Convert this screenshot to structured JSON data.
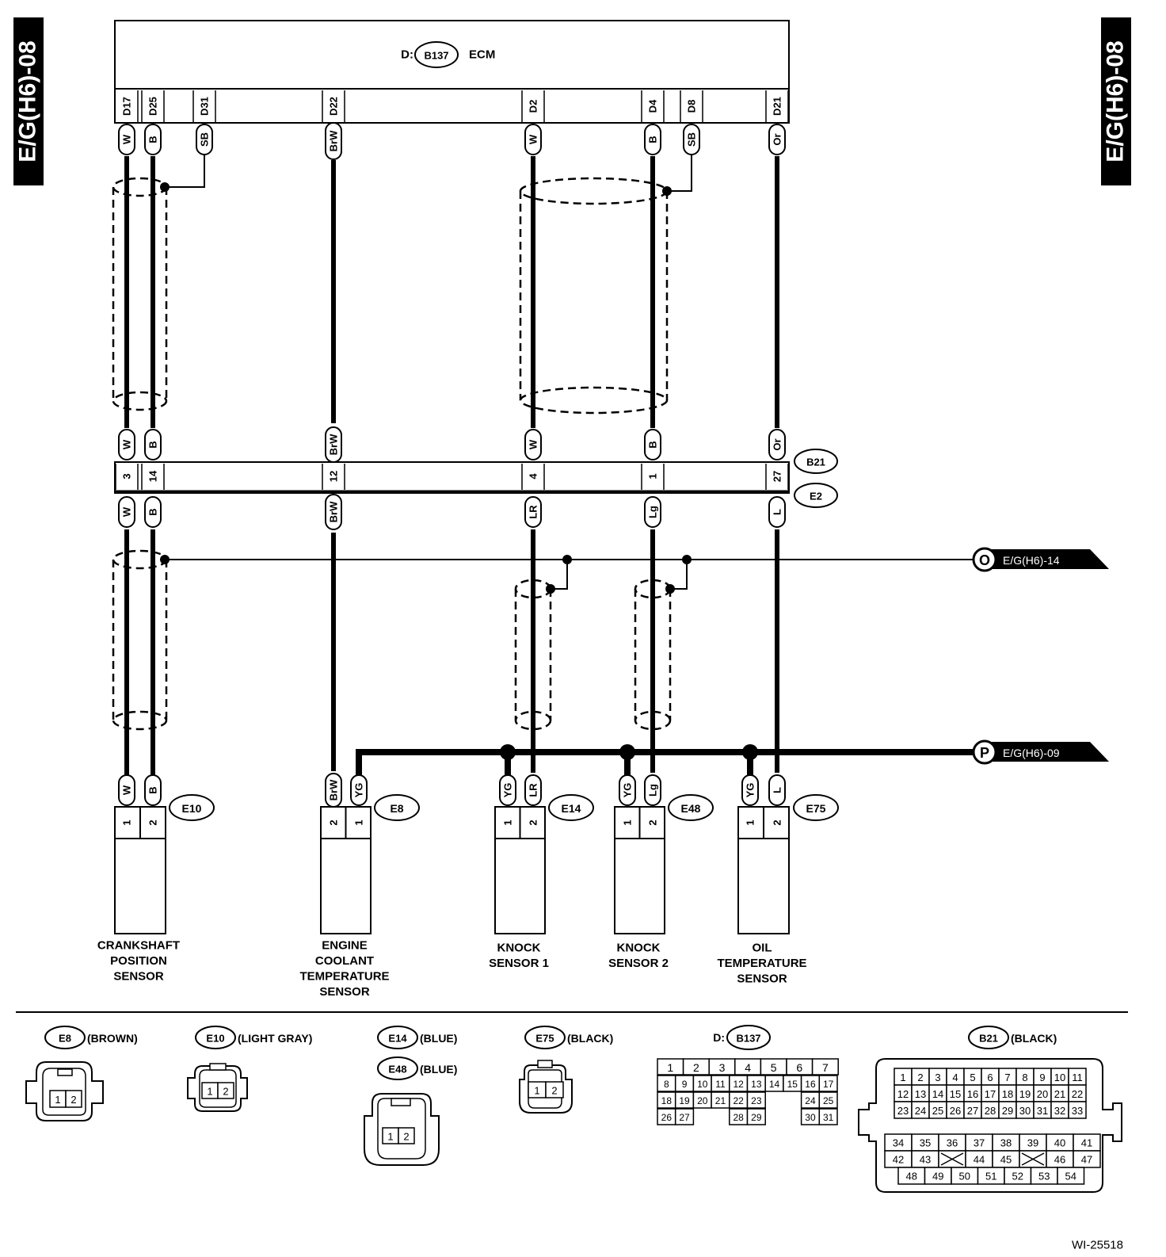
{
  "page_tag": "E/G(H6)-08",
  "ecm": {
    "prefix": "D:",
    "connector": "B137",
    "name": "ECM"
  },
  "ecm_pins": [
    {
      "pin": "D17",
      "color": "W"
    },
    {
      "pin": "D25",
      "color": "B"
    },
    {
      "pin": "D31",
      "color": "SB"
    },
    {
      "pin": "D22",
      "color": "BrW"
    },
    {
      "pin": "D2",
      "color": "W"
    },
    {
      "pin": "D4",
      "color": "B"
    },
    {
      "pin": "D8",
      "color": "SB"
    },
    {
      "pin": "D21",
      "color": "Or"
    }
  ],
  "joint": {
    "upper_connector": "B21",
    "lower_connector": "E2",
    "terminals": [
      {
        "pin": "3",
        "upper": "W",
        "lower": "W"
      },
      {
        "pin": "14",
        "upper": "B",
        "lower": "B"
      },
      {
        "pin": "12",
        "upper": "BrW",
        "lower": "BrW"
      },
      {
        "pin": "4",
        "upper": "W",
        "lower": "LR"
      },
      {
        "pin": "1",
        "upper": "B",
        "lower": "Lg"
      },
      {
        "pin": "27",
        "upper": "Or",
        "lower": "L"
      }
    ]
  },
  "refs": [
    {
      "letter": "O",
      "page": "E/G(H6)-14"
    },
    {
      "letter": "P",
      "page": "E/G(H6)-09"
    }
  ],
  "sensors": [
    {
      "connector": "E10",
      "wires": [
        "W",
        "B"
      ],
      "pins": [
        "1",
        "2"
      ],
      "name": [
        "CRANKSHAFT",
        "POSITION",
        "SENSOR"
      ]
    },
    {
      "connector": "E8",
      "wires": [
        "BrW",
        "YG"
      ],
      "pins": [
        "2",
        "1"
      ],
      "name": [
        "ENGINE",
        "COOLANT",
        "TEMPERATURE",
        "SENSOR"
      ]
    },
    {
      "connector": "E14",
      "wires": [
        "YG",
        "LR"
      ],
      "pins": [
        "1",
        "2"
      ],
      "name": [
        "KNOCK",
        "SENSOR 1"
      ]
    },
    {
      "connector": "E48",
      "wires": [
        "YG",
        "Lg"
      ],
      "pins": [
        "1",
        "2"
      ],
      "name": [
        "KNOCK",
        "SENSOR 2"
      ]
    },
    {
      "connector": "E75",
      "wires": [
        "YG",
        "L"
      ],
      "pins": [
        "1",
        "2"
      ],
      "name": [
        "OIL",
        "TEMPERATURE",
        "SENSOR"
      ]
    }
  ],
  "legend": {
    "e8": {
      "connector": "E8",
      "color": "(BROWN)",
      "pins": [
        "1",
        "2"
      ]
    },
    "e10": {
      "connector": "E10",
      "color": "(LIGHT GRAY)",
      "pins": [
        "1",
        "2"
      ]
    },
    "e14": {
      "connector": "E14",
      "color": "(BLUE)"
    },
    "e48": {
      "connector": "E48",
      "color": "(BLUE)",
      "pins": [
        "1",
        "2"
      ]
    },
    "e75": {
      "connector": "E75",
      "color": "(BLACK)",
      "pins": [
        "1",
        "2"
      ]
    },
    "b137": {
      "prefix": "D:",
      "connector": "B137",
      "rows": [
        [
          "1",
          "2",
          "3",
          "4",
          "5",
          "6",
          "7"
        ],
        [
          "8",
          "9",
          "10",
          "11",
          "12",
          "13",
          "14",
          "15",
          "16",
          "17"
        ],
        [
          "18",
          "19",
          "20",
          "21",
          "22",
          "23",
          "24",
          "25"
        ],
        [
          "26",
          "27",
          "28",
          "29",
          "30",
          "31"
        ]
      ]
    },
    "b21": {
      "connector": "B21",
      "color": "(BLACK)",
      "rows": [
        [
          "1",
          "2",
          "3",
          "4",
          "5",
          "6",
          "7",
          "8",
          "9",
          "10",
          "11"
        ],
        [
          "12",
          "13",
          "14",
          "15",
          "16",
          "17",
          "18",
          "19",
          "20",
          "21",
          "22"
        ],
        [
          "23",
          "24",
          "25",
          "26",
          "27",
          "28",
          "29",
          "30",
          "31",
          "32",
          "33"
        ],
        [
          "34",
          "35",
          "36",
          "37",
          "38",
          "39",
          "40",
          "41"
        ],
        [
          "42",
          "43",
          "44",
          "45",
          "46",
          "47"
        ],
        [
          "48",
          "49",
          "50",
          "51",
          "52",
          "53",
          "54"
        ]
      ]
    }
  },
  "figure_id": "WI-25518"
}
